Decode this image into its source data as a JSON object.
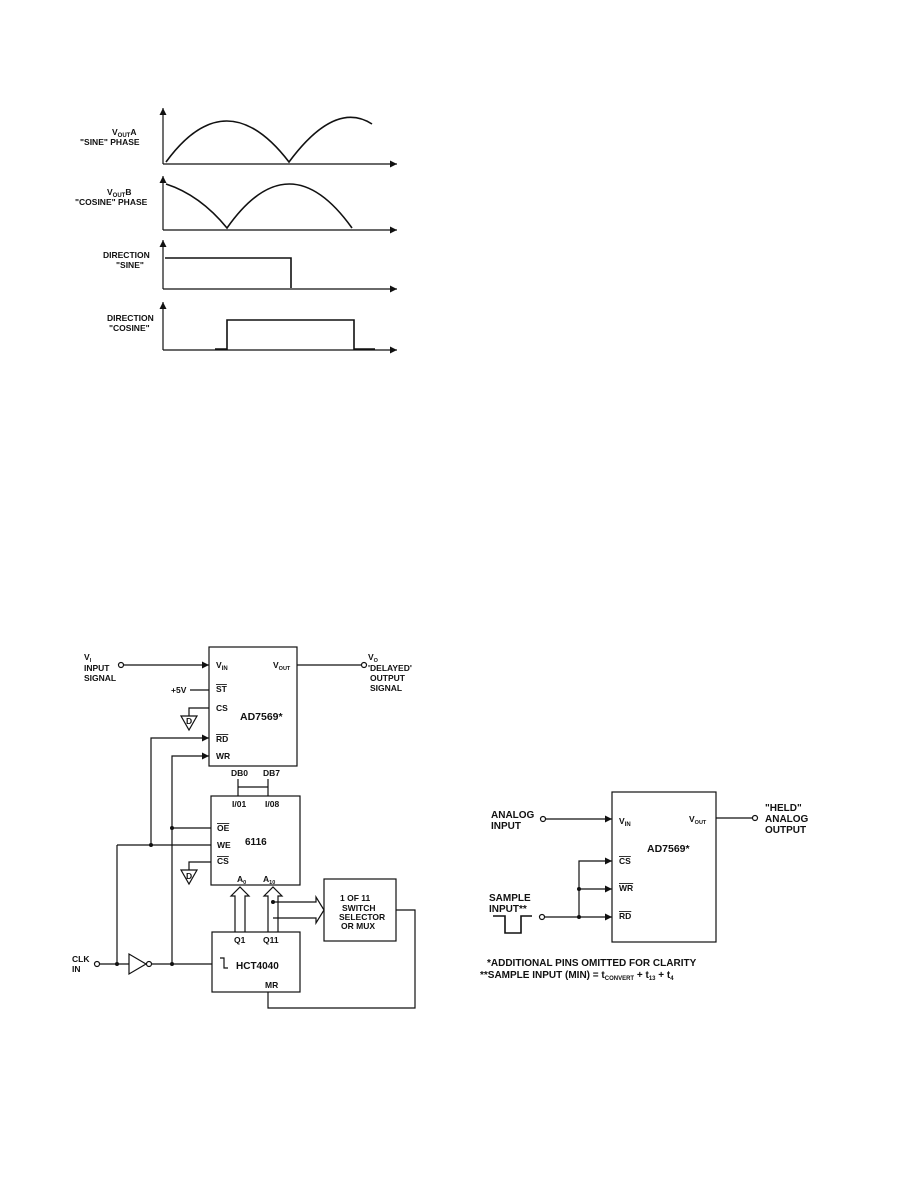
{
  "waveforms": {
    "vouta_label_line1": "V",
    "vouta_label_sub": "OUT",
    "vouta_label_suffix": "A",
    "vouta_label_line2": "\"SINE\" PHASE",
    "voutb_label_line1": "V",
    "voutb_label_sub": "OUT",
    "voutb_label_suffix": "B",
    "voutb_label_line2": "\"COSINE\" PHASE",
    "dir_sine_line1": "DIRECTION",
    "dir_sine_line2": "\"SINE\"",
    "dir_cosine_line1": "DIRECTION",
    "dir_cosine_line2": "\"COSINE\""
  },
  "delay_circuit": {
    "vi_label": "V",
    "vi_sub": "I",
    "input_signal_1": "INPUT",
    "input_signal_2": "SIGNAL",
    "vo_label": "V",
    "vo_sub": "O",
    "delayed_1": "'DELAYED'",
    "delayed_2": "OUTPUT",
    "delayed_3": "SIGNAL",
    "plus5v": "+5V",
    "adc_name": "AD7569*",
    "pin_vin": "V",
    "pin_vin_sub": "IN",
    "pin_vout": "V",
    "pin_vout_sub": "OUT",
    "pin_st": "ST",
    "pin_cs": "CS",
    "pin_rd": "RD",
    "pin_wr": "WR",
    "pin_db0": "DB0",
    "pin_db7": "DB7",
    "ram_name": "6116",
    "pin_io1": "I/01",
    "pin_io8": "I/08",
    "pin_oe": "OE",
    "pin_we": "WE",
    "pin_cs2": "CS",
    "pin_a0": "A",
    "pin_a0_sub": "0",
    "pin_a10": "A",
    "pin_a10_sub": "10",
    "counter_name": "HCT4040",
    "pin_q1": "Q1",
    "pin_q11": "Q11",
    "pin_mr": "MR",
    "mux_1": "1 OF 11",
    "mux_2": "SWITCH",
    "mux_3": "SELECTOR",
    "mux_4": "OR MUX",
    "clk_1": "CLK",
    "clk_2": "IN"
  },
  "sample_hold": {
    "analog_input_1": "ANALOG",
    "analog_input_2": "INPUT",
    "held_1": "\"HELD\"",
    "held_2": "ANALOG",
    "held_3": "OUTPUT",
    "adc_name": "AD7569*",
    "pin_vin": "V",
    "pin_vin_sub": "IN",
    "pin_vout": "V",
    "pin_vout_sub": "OUT",
    "pin_cs": "CS",
    "pin_wr": "WR",
    "pin_rd": "RD",
    "sample_1": "SAMPLE",
    "sample_2": "INPUT**",
    "note_1": "*ADDITIONAL PINS OMITTED FOR CLARITY",
    "note_2": "**SAMPLE INPUT (MIN) = t",
    "note_2_sub": "CONVERT",
    "note_2_rest": " + t",
    "note_2_sub2": "13",
    "note_2_rest2": " + t",
    "note_2_sub3": "4"
  }
}
